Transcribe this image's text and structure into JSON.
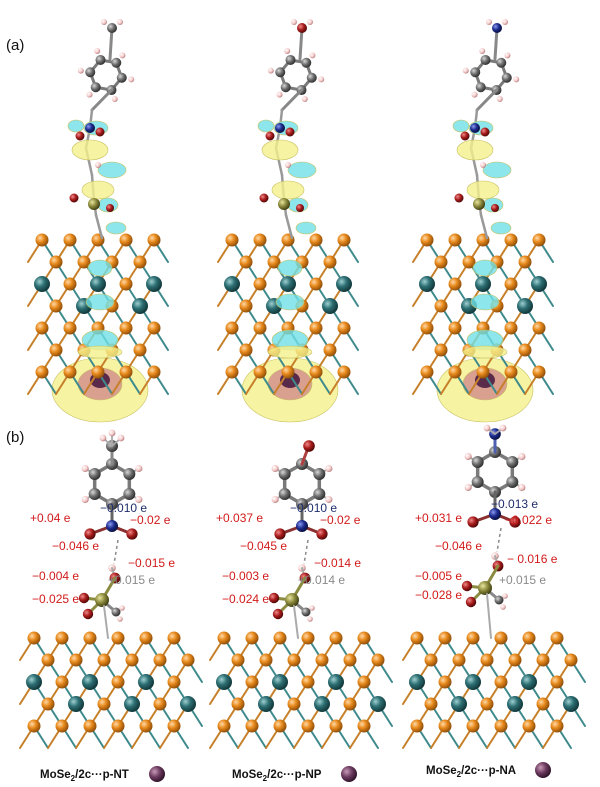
{
  "panels": {
    "a": "(a)",
    "b": "(b)"
  },
  "colors": {
    "red_label": "#d21a1a",
    "navy_label": "#1f2d6b",
    "gray_label": "#8a8a8a",
    "se_atom": "#e88a1c",
    "mo_atom": "#2d6f73",
    "carbon": "#6e6e6e",
    "hydrogen": "#f3c8c8",
    "oxygen": "#a81c1c",
    "nitrogen": "#1c2a8c",
    "phosphorus": "#8c8a3c",
    "isosurface_yellow": "#f4f08c",
    "isosurface_cyan": "#6fe0e6",
    "marker": "#6b3a5e"
  },
  "systems": [
    {
      "name": "MoSe2/2c···p-NT",
      "name_main": "MoSe",
      "name_sub": "2",
      "name_rest": "/2c···p-NT",
      "head_group": "methyl",
      "charges": {
        "n": "−0.010 e",
        "o_left": "+0.04 e",
        "o_right": "−0.02 e",
        "h_bridge": "−0.046 e",
        "o_top": "−0.015 e",
        "o_left2": "−0.004 e",
        "p": "+0.015 e",
        "o_bottom": "−0.025 e"
      }
    },
    {
      "name": "MoSe2/2c···p-NP",
      "name_main": "MoSe",
      "name_sub": "2",
      "name_rest": "/2c···p-NP",
      "head_group": "hydroxyl",
      "charges": {
        "n": "−0.010 e",
        "o_left": "+0.037 e",
        "o_right": "−0.02 e",
        "h_bridge": "−0.045 e",
        "o_top": "−0.014 e",
        "o_left2": "−0.003 e",
        "p": "+0.014 e",
        "o_bottom": "−0.024 e"
      }
    },
    {
      "name": "MoSe2/2c···p-NA",
      "name_main": "MoSe",
      "name_sub": "2",
      "name_rest": "/2c···p-NA",
      "head_group": "amino",
      "charges": {
        "n": "−0.013 e",
        "o_left": "+0.031 e",
        "o_right": "−0.022 e",
        "h_bridge": "−0.046 e",
        "o_top": "− 0.016 e",
        "o_left2": "−0.005 e",
        "p": "+0.015 e",
        "o_bottom": "−0.028 e"
      }
    }
  ]
}
